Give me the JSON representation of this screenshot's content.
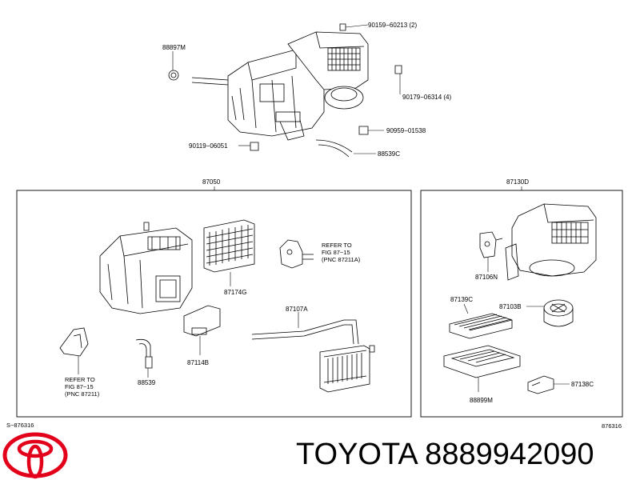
{
  "diagram": {
    "labels": {
      "p_88897M": "88897M",
      "p_90159": "90159−60213 (2)",
      "p_90179": "90179−06314 (4)",
      "p_90959": "90959−01538",
      "p_88539C": "88539C",
      "p_90119": "90119−06051",
      "p_87050": "87050",
      "p_87130D": "87130D",
      "p_87174G": "87174G",
      "refer1_l1": "REFER  TO",
      "refer1_l2": "FIG  87−15",
      "refer1_l3": "(PNC  87211A)",
      "p_87107A": "87107A",
      "p_87114B": "87114B",
      "p_88539": "88539",
      "refer2_l1": "REFER  TO",
      "refer2_l2": "FIG  87−15",
      "refer2_l3": "(PNC  87211)",
      "p_87106N": "87106N",
      "p_87139C": "87139C",
      "p_87103B": "87103B",
      "p_88899M": "88899M",
      "p_87138C": "87138C",
      "code_left": "S−876316",
      "code_right": "876316"
    },
    "brand_logo": "toyota-logo",
    "caption": "TOYOTA 8889942090",
    "colors": {
      "logo_red": "#e3001b",
      "line": "#000000"
    }
  }
}
